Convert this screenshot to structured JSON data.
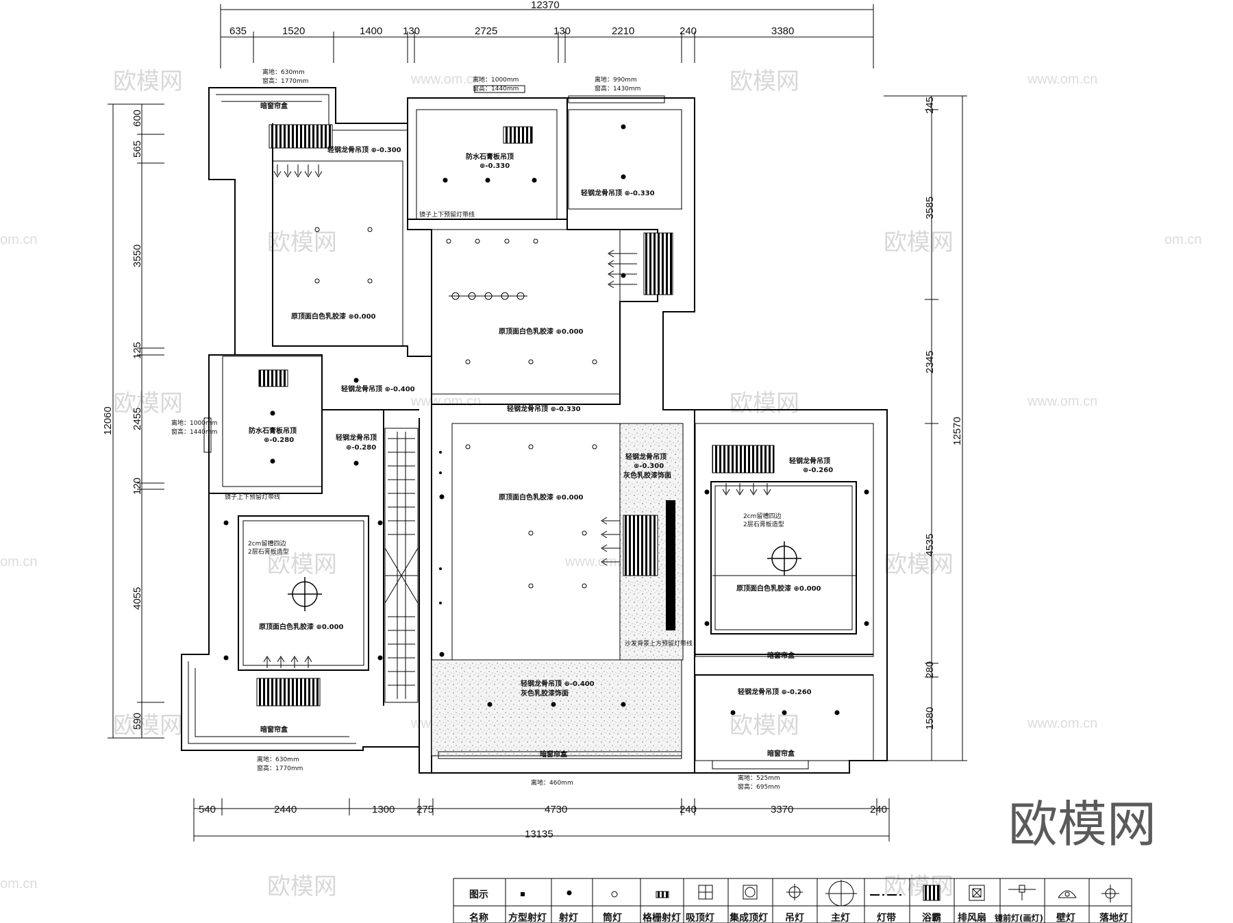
{
  "dims_top": {
    "total": "12370",
    "segments": [
      "635",
      "1520",
      "1400",
      "130",
      "2725",
      "130",
      "2210",
      "240",
      "3380"
    ]
  },
  "dims_bottom": {
    "total": "13135",
    "segments": [
      "540",
      "2440",
      "1300",
      "275",
      "4730",
      "240",
      "3370",
      "240"
    ]
  },
  "dims_left": {
    "total": "12060",
    "segments": [
      "600",
      "565",
      "3550",
      "125",
      "2455",
      "120",
      "4055",
      "590"
    ]
  },
  "dims_right": {
    "total": "12570",
    "segments": [
      "245",
      "3585",
      "2345",
      "4535",
      "280",
      "1580"
    ]
  },
  "window_notes": {
    "top_left_1": "离地：630mm",
    "top_left_2": "窗高：1770mm",
    "top_mid_1": "离地：1000mm",
    "top_mid_2": "窗高：1440mm",
    "top_right_1": "离地：990mm",
    "top_right_2": "窗高：1430mm",
    "left_1": "离地：1000mm",
    "left_2": "窗高：1440mm",
    "bottom_left_1": "离地：630mm",
    "bottom_left_2": "窗高：1770mm",
    "bottom_mid": "离地：460mm",
    "bottom_right_1": "离地：525mm",
    "bottom_right_2": "窗高：695mm"
  },
  "labels": {
    "curtain_box": "暗窗帘盒",
    "keel_300": "轻钢龙骨吊顶 ⊕-0.300",
    "gypsum_330": "防水石膏板吊顶",
    "gypsum_330_lvl": "⊕-0.330",
    "mirror_strip": "镜子上下预留灯带线",
    "keel_330_a": "轻钢龙骨吊顶 ⊕-0.330",
    "latex_000": "原顶面白色乳胶漆 ⊕0.000",
    "keel_400": "轻钢龙骨吊顶 ⊕-0.400",
    "keel_330_b": "轻钢龙骨吊顶 ⊕-0.330",
    "gypsum_280": "防水石膏板吊顶",
    "gypsum_280_lvl": "⊕-0.280",
    "keel_280": "轻钢龙骨吊顶",
    "keel_280_lvl": "⊕-0.280",
    "keel_300_b": "轻钢龙骨吊顶",
    "keel_300_b_lvl": "⊕-0.300",
    "grey_latex": "灰色乳胶漆饰面",
    "keel_260_a": "轻钢龙骨吊顶",
    "keel_260_a_lvl": "⊕-0.260",
    "groove": "2cm留槽四边",
    "gypsum_2layer": "2层石膏板造型",
    "sofa_strip": "沙发背景上方预留灯带线",
    "keel_400_b": "轻钢龙骨吊顶 ⊕-0.400",
    "grey_latex_b": "灰色乳胶漆饰面",
    "keel_260_b": "轻钢龙骨吊顶 ⊕-0.260"
  },
  "watermark": {
    "brand": "欧模网",
    "url": "www.om.cn",
    "url_short": "om.cn"
  },
  "legend": {
    "row1_title": "图示",
    "row2_title": "名称",
    "items": [
      "方型射灯",
      "射灯",
      "筒灯",
      "格栅射灯",
      "吸顶灯",
      "集成顶灯",
      "吊灯",
      "主灯",
      "灯带",
      "浴霸",
      "排风扇",
      "镜前灯(画灯)",
      "壁灯",
      "落地灯"
    ]
  },
  "icons": [
    "square-spotlight-icon",
    "spotlight-icon",
    "downlight-icon",
    "grille-spotlight-icon",
    "ceiling-lamp-icon",
    "integrated-ceiling-light-icon",
    "pendant-lamp-icon",
    "main-lamp-icon",
    "light-strip-icon",
    "bath-heater-icon",
    "exhaust-fan-icon",
    "mirror-light-icon",
    "wall-lamp-icon",
    "floor-lamp-icon"
  ]
}
